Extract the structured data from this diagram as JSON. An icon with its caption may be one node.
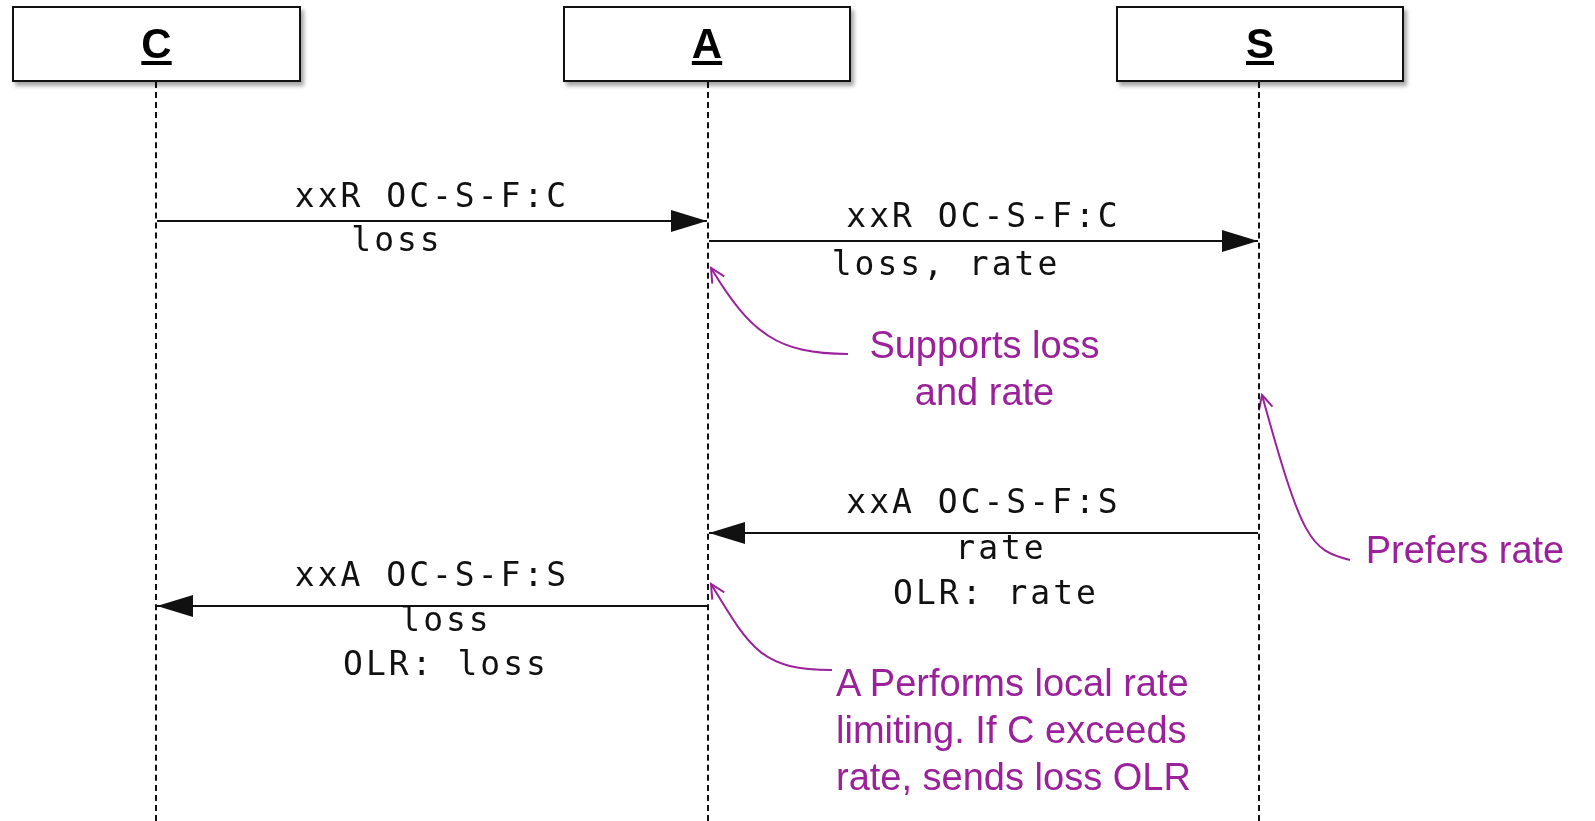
{
  "diagram": {
    "nodes": [
      {
        "text": [
          "C"
        ]
      },
      {
        "text": [
          "A"
        ]
      },
      {
        "text": [
          "S"
        ]
      },
      {
        "text": [],
        "shape": "line"
      },
      {
        "text": [],
        "shape": "line"
      },
      {
        "text": [],
        "shape": "line"
      },
      {
        "text": [
          "Supports loss and rate"
        ]
      },
      {
        "text": [
          "Prefers rate"
        ]
      },
      {
        "text": [
          "A Performs local rate limiting. If C exceeds rate, sends loss OLR"
        ]
      }
    ],
    "edges": [
      {
        "from": 3,
        "to": 4,
        "arrow": "to",
        "label": "xxR OC-S-F:C"
      },
      {
        "from": 4,
        "to": 5,
        "arrow": "to",
        "label": "xxR OC-S-F:C"
      },
      {
        "from": 5,
        "to": 4,
        "arrow": "to",
        "label": "xxA OC-S-F:S"
      },
      {
        "from": 4,
        "to": 3,
        "arrow": "to",
        "label": "xxA OC-S-F:S"
      },
      {
        "from": 6,
        "to": 4,
        "arrow": "to",
        "color": "#9b219b"
      },
      {
        "from": 7,
        "to": 5,
        "arrow": "to",
        "color": "#9b219b"
      },
      {
        "from": 8,
        "to": 4,
        "arrow": "to",
        "color": "#9b219b"
      }
    ],
    "labels": [
      "loss",
      "loss, rate",
      "rate",
      "OLR: rate",
      "loss",
      "OLR: loss"
    ]
  }
}
